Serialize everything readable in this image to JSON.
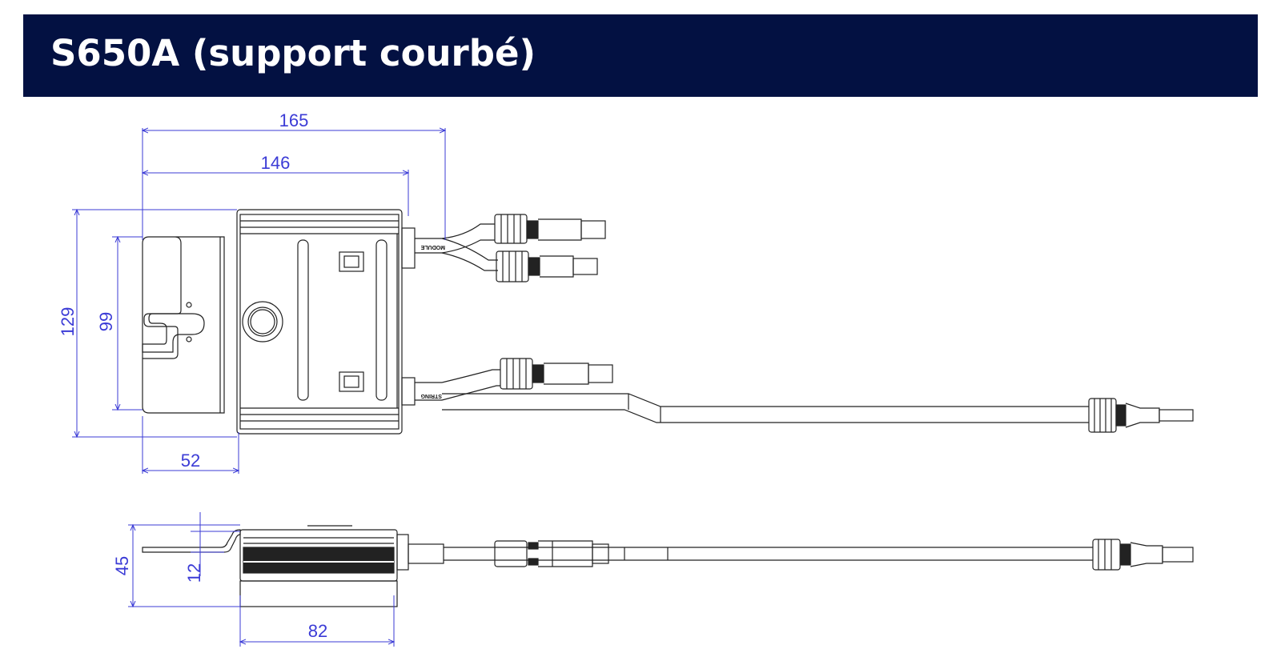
{
  "header": {
    "title": "S650A (support courbé)"
  },
  "colors": {
    "header_bg": "#031142",
    "dimension": "#3b3bd6",
    "drawing": "#222222"
  },
  "dimensions": {
    "width_overall": "165",
    "width_body": "146",
    "height_overall": "129",
    "height_bracket": "99",
    "bracket_width": "52",
    "side_height": "45",
    "bracket_thickness": "12",
    "side_body_width": "82"
  },
  "labels": {
    "module": "MODULE",
    "string": "STRING"
  }
}
